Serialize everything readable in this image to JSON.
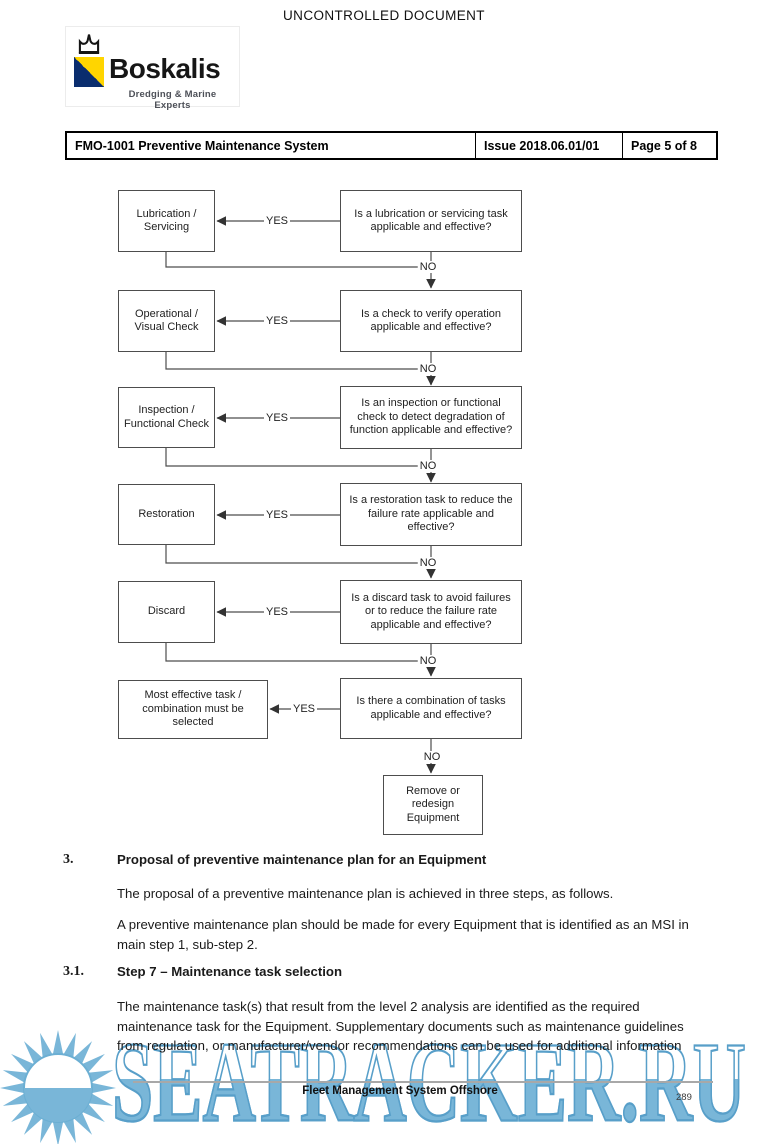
{
  "header": {
    "uncontrolled": "UNCONTROLLED DOCUMENT",
    "logo": {
      "brand": "Boskalis",
      "tagline": "Dredging & Marine Experts"
    },
    "table": {
      "title": "FMO-1001 Preventive Maintenance System",
      "issue": "Issue 2018.06.01/01",
      "page": "Page 5 of 8"
    }
  },
  "flowchart": {
    "yes": "YES",
    "no": "NO",
    "rows": [
      {
        "task": "Lubrication / Servicing",
        "question": "Is a lubrication or servicing task applicable and effective?"
      },
      {
        "task": "Operational / Visual Check",
        "question": "Is a check to verify operation applicable and effective?"
      },
      {
        "task": "Inspection / Functional Check",
        "question": "Is an inspection or functional check to detect degradation of function applicable and effective?"
      },
      {
        "task": "Restoration",
        "question": "Is a restoration task to reduce the failure rate applicable and effective?"
      },
      {
        "task": "Discard",
        "question": "Is a discard task to avoid failures or to reduce the failure rate applicable and effective?"
      },
      {
        "task": "Most effective task / combination must be selected",
        "question": "Is there a combination of tasks applicable and effective?"
      }
    ],
    "terminal": "Remove or redesign Equipment"
  },
  "body": {
    "s3": {
      "num": "3.",
      "title": "Proposal of preventive maintenance plan for an Equipment",
      "p1": "The proposal of a preventive maintenance plan is achieved in three steps, as follows.",
      "p2l1": "A preventive maintenance plan should be made for every Equipment that is identified as an MSI in",
      "p2l2": "main step 1, sub-step 2."
    },
    "s31": {
      "num": "3.1.",
      "title": "Step 7 – Maintenance task selection",
      "p1l1": "The maintenance task(s) that result from the level 2 analysis are identified as the required",
      "p1l2": "maintenance task for the Equipment. Supplementary documents such as maintenance guidelines",
      "p1l3": "from regulation, or manufacturer/vendor recommendations can be used for additional information"
    }
  },
  "footer": {
    "title": "Fleet Management System Offshore",
    "page_number": "289"
  },
  "watermark": {
    "text": "SEATRACKER.RU"
  }
}
